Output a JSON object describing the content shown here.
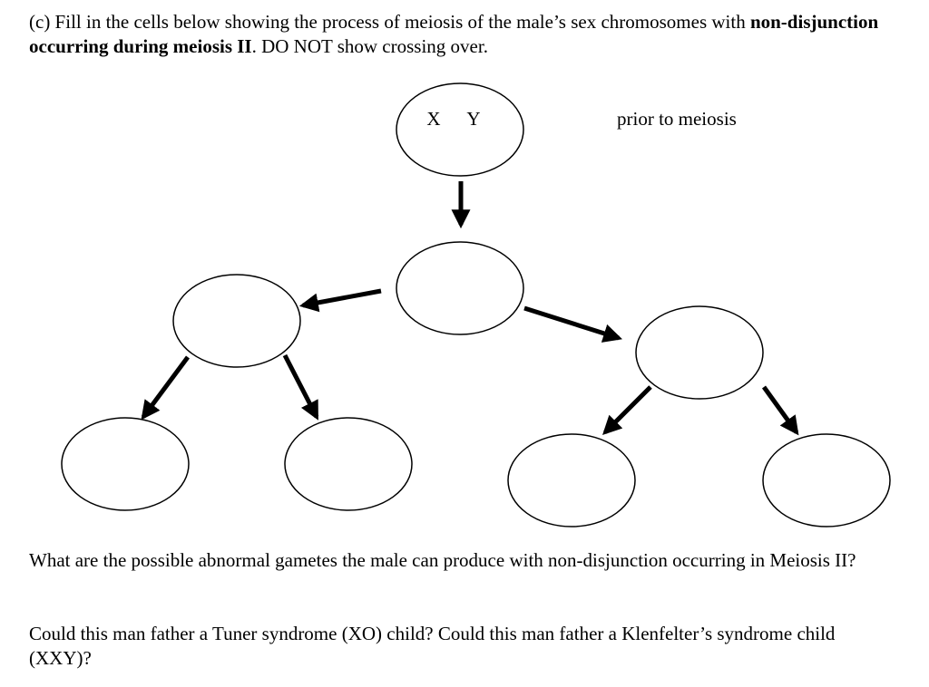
{
  "intro": {
    "prefix": "(c) Fill in the cells below showing the process of meiosis of the male’s sex chromosomes with ",
    "bold": "non-disjunction occurring during meiosis II",
    "suffix": ". DO NOT show crossing over."
  },
  "diagram": {
    "top_cell_chromosomes": [
      "X",
      "Y"
    ],
    "stage_label": "prior to meiosis",
    "blank_cell_count": 7
  },
  "questions": [
    "What are the possible abnormal gametes the male can produce with non-disjunction occurring in Meiosis II?",
    "Could this man father a Tuner syndrome (XO) child?  Could this man father a Klenfelter’s syndrome child (XXY)?"
  ]
}
